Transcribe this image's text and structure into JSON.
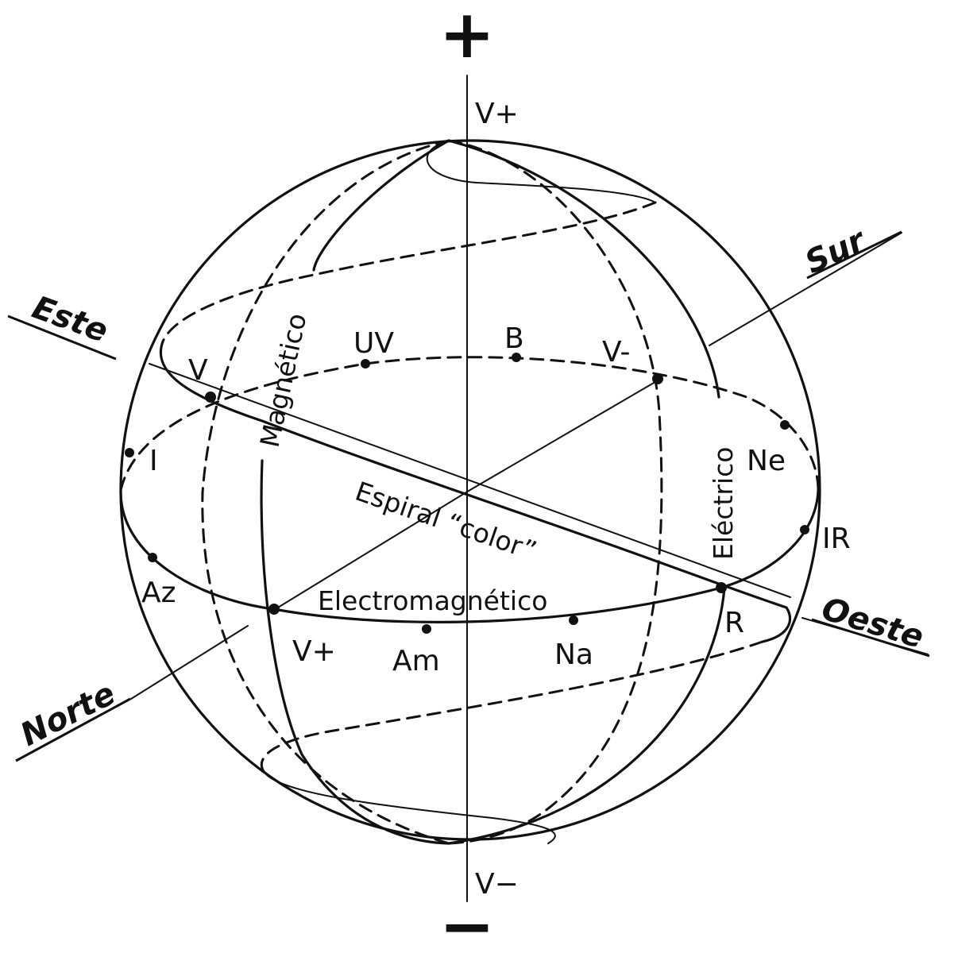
{
  "poles": {
    "top_sign": "+",
    "bottom_sign": "−",
    "top_label": "V+",
    "bottom_label": "V−"
  },
  "directions": {
    "este": "Este",
    "sur": "Sur",
    "norte": "Norte",
    "oeste": "Oeste"
  },
  "circles": {
    "magnetico": "Magnético",
    "electrico": "Eléctrico",
    "electromagnetico": "Electromagnético",
    "espiral": "Espiral “color”"
  },
  "points": {
    "uv": "UV",
    "b": "B",
    "v_minus": "V-",
    "v": "V",
    "i": "I",
    "ne": "Ne",
    "ir": "IR",
    "az": "Az",
    "r": "R",
    "v_plus": "V+",
    "am": "Am",
    "na": "Na"
  }
}
